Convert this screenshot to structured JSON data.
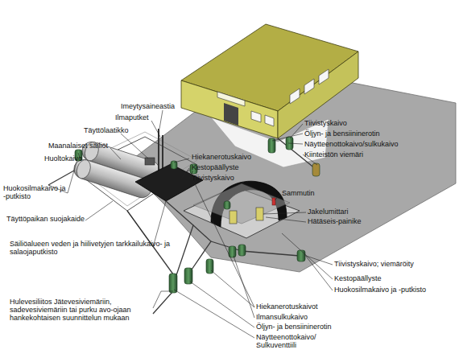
{
  "diagram": {
    "labels": [
      "Imeytysaineastia",
      "Ilmaputket",
      "Täyttölaatikko",
      "Maanalaiset säiliöt",
      "Huoltokaivo",
      "Hiekanerotuskaivo",
      "Kestopäällyste",
      "Tiivistyskaivo",
      "Huokosilmakaivo ja -putkisto",
      "Täyttöpaikan suojakaide",
      "Säiliöalueen veden ja hiilivetyjen tarkkailukaivo- ja salaojaputkisto",
      "Tiivistyskaivo",
      "Öljyn- ja bensiininerotin",
      "Näytteenottokaivo/sulkukaivo",
      "Kiinteistön viemäri",
      "Sammutin",
      "Jakelumittari",
      "Hätäseis-painike",
      "Tiivistyskaivo; viemäröity",
      "Kestopäällyste",
      "Huokosilmakaivo ja -putkisto",
      "Hulevesiliitos Jätevesiviemäriin, sadevesiviemäriin tai purku avo-ojaan hankekohtaisen suunnittelun mukaan",
      "Hiekanerotuskaivot",
      "Ilmansulkukaivo",
      "Öljyn- ja bensiininerotin",
      "Näytteenottokaivo/ Sulkuventtiili"
    ]
  }
}
